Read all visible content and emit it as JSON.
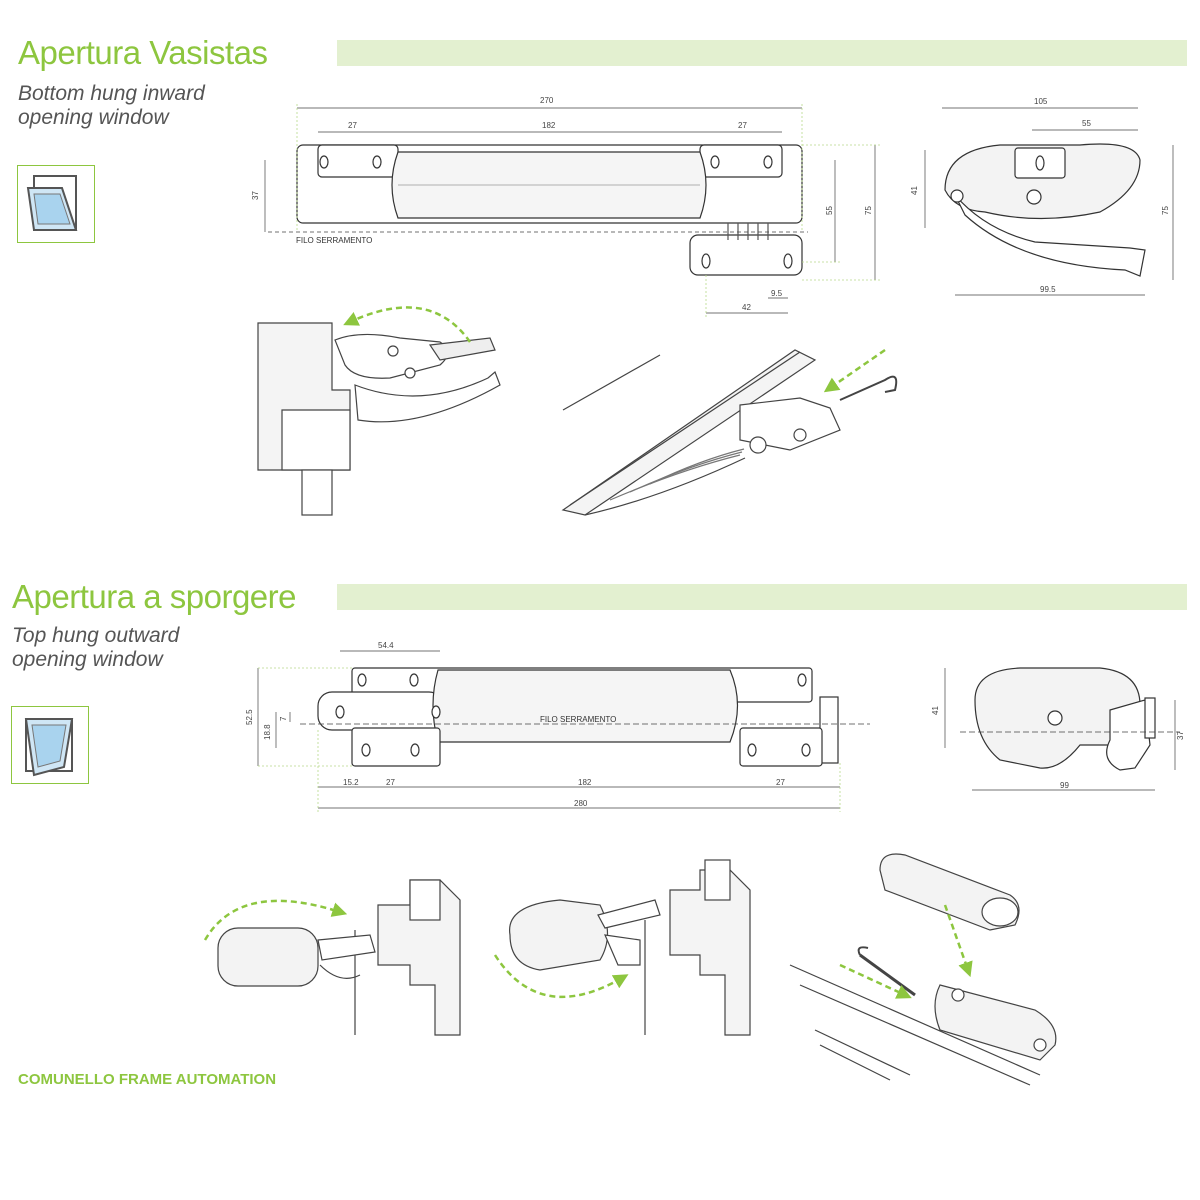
{
  "section1": {
    "title": "Apertura Vasistas",
    "subtitle_line1": "Bottom hung inward",
    "subtitle_line2": "opening window",
    "dimensions": {
      "overall_width": "270",
      "left_offset": "27",
      "center_span": "182",
      "right_offset": "27",
      "height_left": "37",
      "height_55": "55",
      "height_75": "75",
      "bracket_width": "42",
      "bracket_offset": "9.5",
      "side_width": "105",
      "side_top": "55",
      "side_height_left": "41",
      "side_height_right": "75",
      "side_bottom": "99.5"
    },
    "filo_label": "FILO SERRAMENTO"
  },
  "section2": {
    "title": "Apertura a sporgere",
    "subtitle_line1": "Top hung outward",
    "subtitle_line2": "opening window",
    "dimensions": {
      "top_width": "54.4",
      "height_52": "52.5",
      "height_18": "18.8",
      "height_7": "7",
      "offset_15": "15.2",
      "left_27": "27",
      "center_182": "182",
      "right_27": "27",
      "overall": "280",
      "side_height_left": "41",
      "side_height_right": "37",
      "side_bottom": "99"
    },
    "filo_label": "FILO SERRAMENTO"
  },
  "footer": "COMUNELLO FRAME AUTOMATION",
  "colors": {
    "accent": "#8dc63f",
    "bar": "#e3f0d0",
    "dotted": "#b7d98a"
  }
}
